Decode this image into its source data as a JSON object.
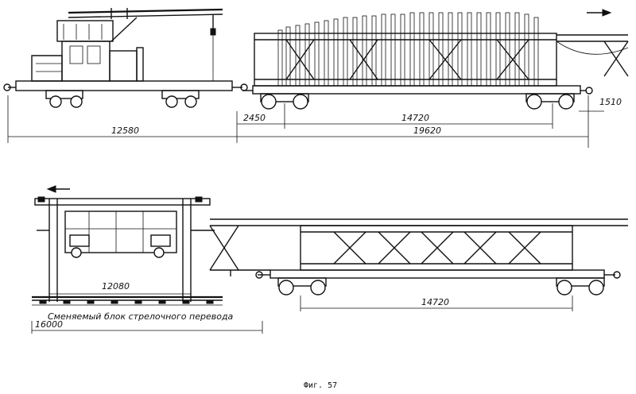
{
  "dimensions": {
    "top_crane_length": "12580",
    "top_overhang": "2450",
    "top_bogie_base": "14720",
    "top_wagon_length": "19620",
    "top_right_offset": "1510",
    "bottom_block_span": "12080",
    "bottom_bogie_base": "14720",
    "bottom_block_length": "16000"
  },
  "labels": {
    "replaced_block": "Сменяемый блок стрелочного перевода",
    "figure_caption": "Фиг. 57"
  }
}
